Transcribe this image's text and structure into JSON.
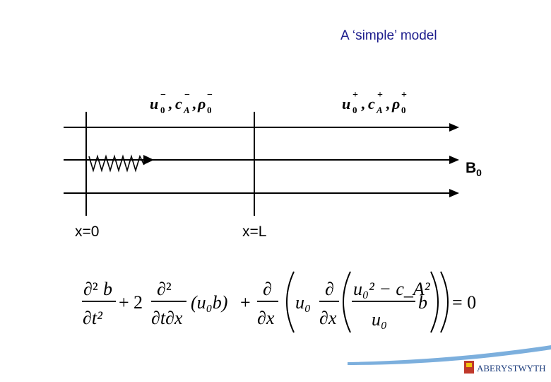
{
  "slide": {
    "title": "A ‘simple’ model",
    "field_label": "B",
    "field_label_sub": "0",
    "boundary_labels": [
      "x=0",
      "x=L"
    ],
    "region_left": {
      "u": "u",
      "u_sub": "0",
      "u_sup": "−",
      "c": "c",
      "c_sub": "A",
      "c_sup": "−",
      "rho": "ρ",
      "rho_sub": "0",
      "rho_sup": "−"
    },
    "region_right": {
      "u": "u",
      "u_sub": "0",
      "u_sup": "+",
      "c": "c",
      "c_sub": "A",
      "c_sup": "+",
      "rho": "ρ",
      "rho_sub": "0",
      "rho_sup": "+"
    },
    "equation": {
      "d2": "∂²",
      "b": "b",
      "dt2": "∂t²",
      "plus": "+",
      "two": "2",
      "dtdx": "∂t∂x",
      "u0b": "(u₀b)",
      "d": "∂",
      "dx": "∂x",
      "u0": "u₀",
      "num": "u₀² − c_A²",
      "den": "u₀",
      "equals": "= 0"
    },
    "logo_text": "ABERYSTWYTH"
  }
}
